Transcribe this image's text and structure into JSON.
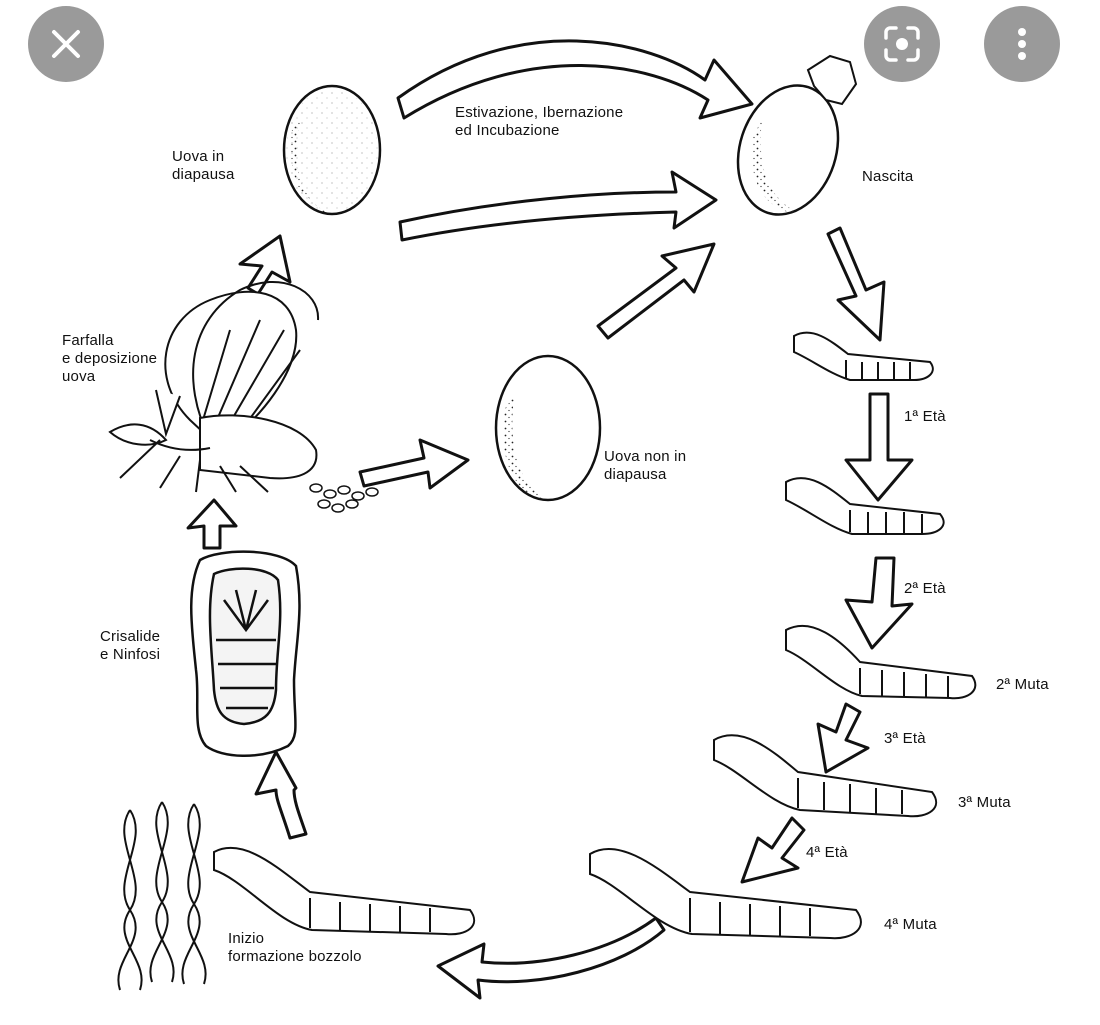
{
  "toolbar": {
    "close_icon": "close-icon",
    "lens_icon": "lens-search-icon",
    "more_icon": "more-vert-icon",
    "button_color": "#9a9a9a",
    "icon_color": "#ffffff"
  },
  "diagram": {
    "labels": {
      "estivazione": "Estivazione, Ibernazione\ned Incubazione",
      "uova_diapausa": "Uova in\ndiapausa",
      "nascita": "Nascita",
      "farfalla": "Farfalla\ne deposizione\nuova",
      "uova_non_diapausa": "Uova non in\ndiapausa",
      "eta1": "1ª Età",
      "eta2": "2ª Età",
      "muta2": "2ª Muta",
      "eta3": "3ª Età",
      "muta3": "3ª Muta",
      "eta4": "4ª Età",
      "muta4": "4ª Muta",
      "crisalide": "Crisalide\ne Ninfosi",
      "bozzolo": "Inizio\nformazione bozzolo"
    }
  }
}
